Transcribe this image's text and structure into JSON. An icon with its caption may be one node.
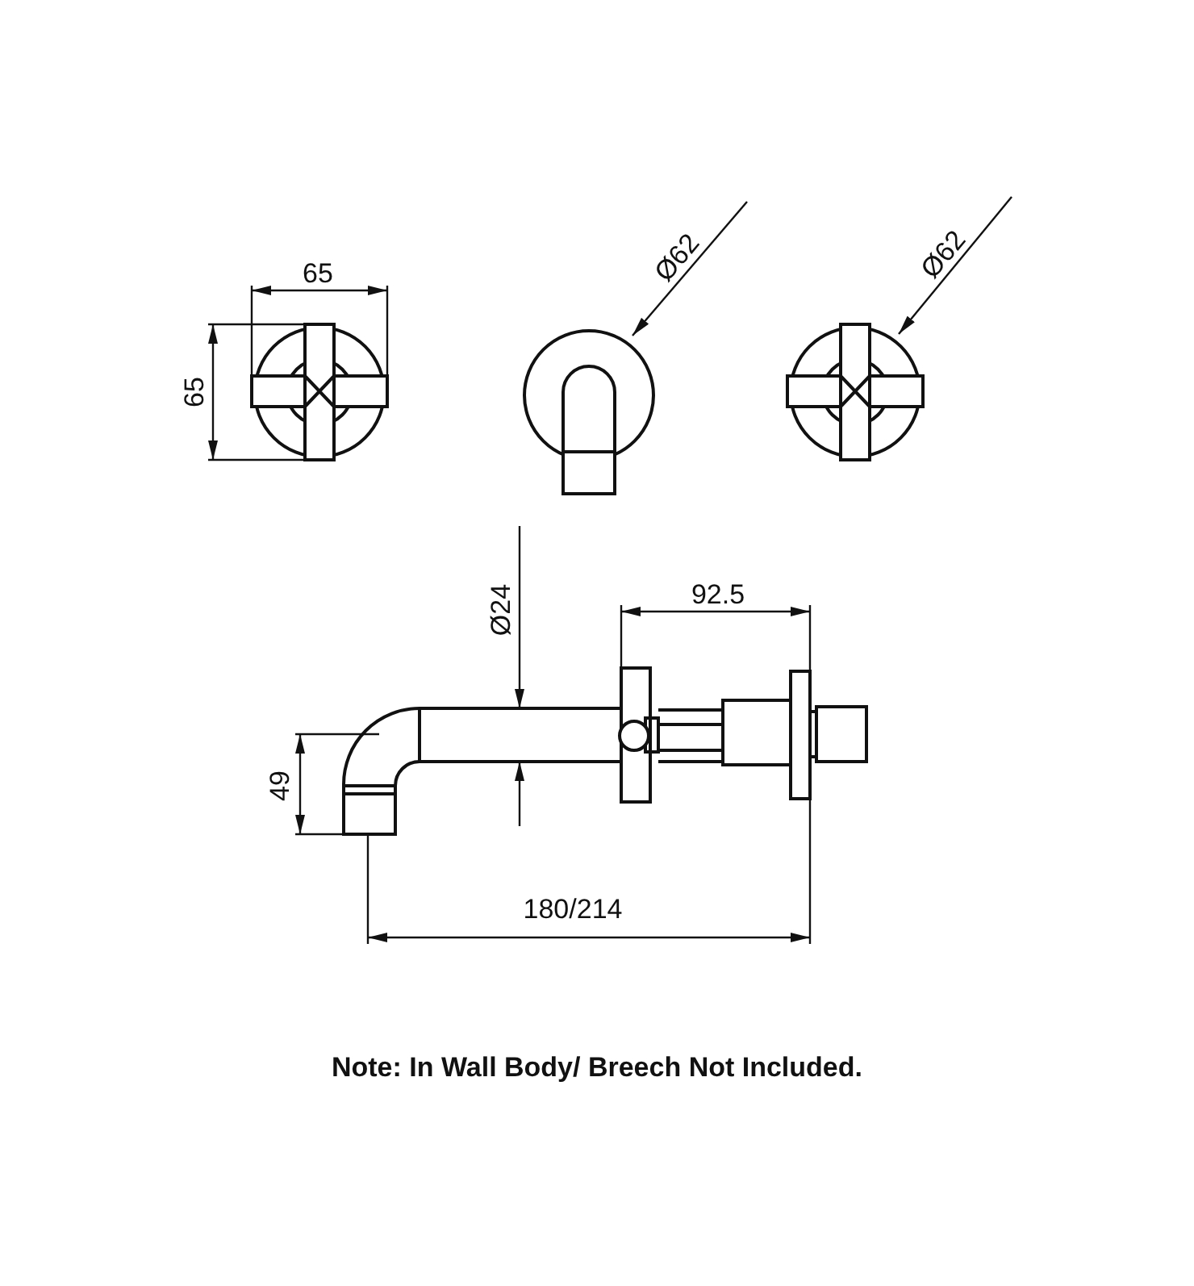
{
  "diagram": {
    "caption": "Note: In Wall Body/ Breech Not Included.",
    "labels": [
      "Ø62",
      "Ø62",
      "65",
      "65",
      "Ø24",
      "92.5",
      "49",
      "180/214"
    ]
  }
}
